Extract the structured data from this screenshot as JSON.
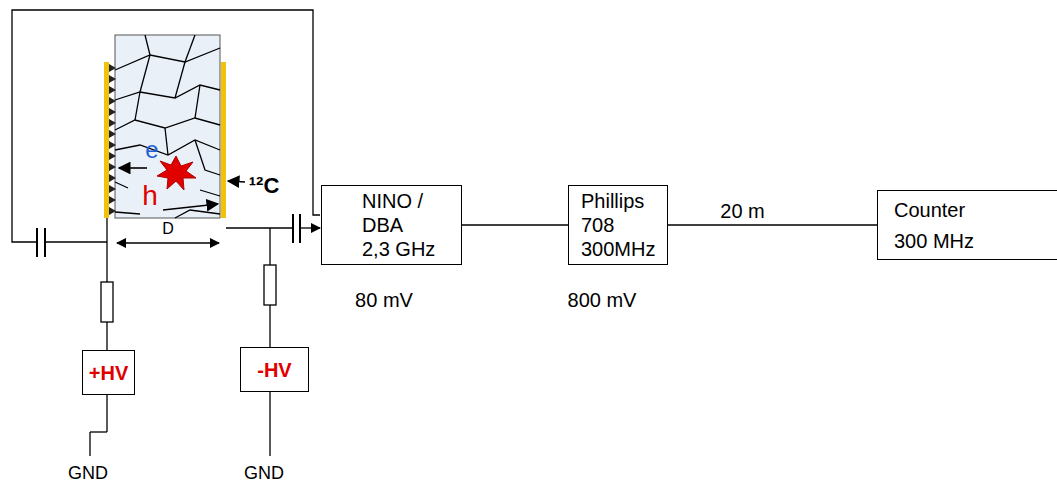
{
  "diagram": {
    "nodes": [
      {
        "text": [
          "+HV"
        ]
      },
      {
        "text": [
          "-HV"
        ]
      },
      {
        "text": [
          "NINO / DBA",
          "2,3 GHz"
        ]
      },
      {
        "text": [
          "Phillips 708",
          "300MHz"
        ]
      },
      {
        "text": [
          "Counter",
          "300 MHz"
        ]
      }
    ],
    "edges": [
      {
        "from": 2,
        "to": 3,
        "arrow": "none"
      },
      {
        "from": 3,
        "to": 4,
        "label": "20 m",
        "arrow": "none"
      }
    ],
    "labels": [
      "e",
      "h",
      "¹²C",
      "D",
      "GND",
      "GND",
      "80 mV",
      "800 mV"
    ]
  }
}
